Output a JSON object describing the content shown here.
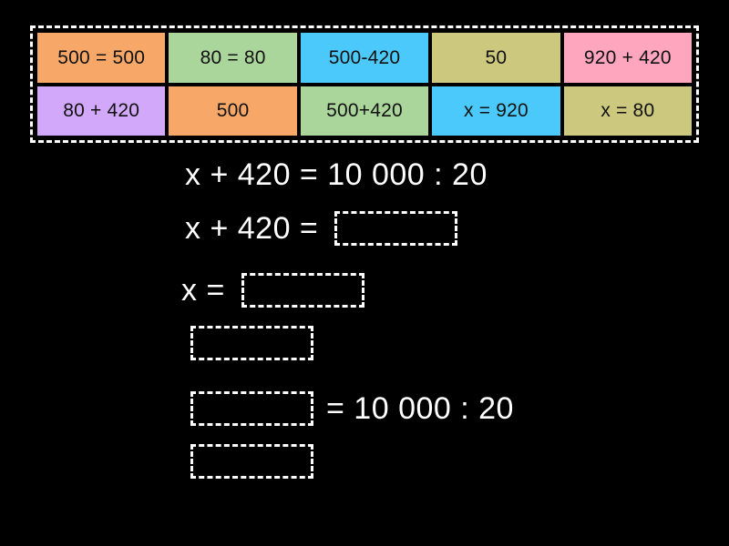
{
  "background_color": "#000000",
  "tray": {
    "border_color": "#ffffff",
    "rows": [
      [
        {
          "label": "500 = 500",
          "color": "#f7a868"
        },
        {
          "label": "80 = 80",
          "color": "#abd69b"
        },
        {
          "label": "500-420",
          "color": "#4cc9fb"
        },
        {
          "label": "50",
          "color": "#ccc97f"
        },
        {
          "label": "920 + 420",
          "color": "#ffa6bf"
        }
      ],
      [
        {
          "label": "80 + 420",
          "color": "#d2a8fa"
        },
        {
          "label": "500",
          "color": "#f7a868"
        },
        {
          "label": "500+420",
          "color": "#abd69b"
        },
        {
          "label": "x = 920",
          "color": "#4cc9fb"
        },
        {
          "label": "x = 80",
          "color": "#ccc97f"
        }
      ]
    ]
  },
  "equations": {
    "line1": {
      "text": "x + 420 = 10 000 : 20"
    },
    "line2": {
      "text": "x + 420 =",
      "blank_label": ""
    },
    "line3": {
      "text": "x =",
      "blank_label": ""
    },
    "line4": {
      "blank_label": ""
    },
    "line5": {
      "blank_label": "",
      "text": "= 10 000 : 20"
    },
    "line6": {
      "blank_label": ""
    }
  }
}
